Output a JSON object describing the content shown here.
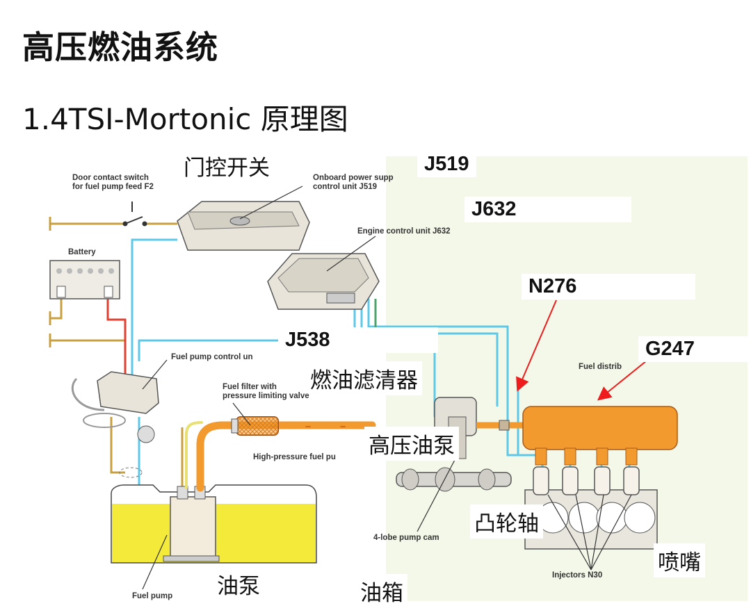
{
  "page": {
    "title": "高压燃油系统",
    "subtitle": "1.4TSI-Mortonic 原理图"
  },
  "cn_labels": {
    "door_switch": "门控开关",
    "filter": "燃油滤清器",
    "hp_pump": "高压油泵",
    "camshaft": "凸轮轴",
    "injector": "喷嘴",
    "fuel_pump": "油泵",
    "tank": "油箱"
  },
  "codes": {
    "j519": "J519",
    "j632": "J632",
    "n276": "N276",
    "j538": "J538",
    "g247": "G247"
  },
  "en_labels": {
    "door_switch_1": "Door contact switch",
    "door_switch_2": "for fuel pump feed F2",
    "onboard_1": "Onboard power supp",
    "onboard_2": "control unit J519",
    "engine_cu": "Engine control unit J632",
    "battery": "Battery",
    "fpcu": "Fuel pump control un",
    "filter_1": "Fuel filter with",
    "filter_2": "pressure limiting valve",
    "hp_pump": "High-pressure fuel pu",
    "fuel_distrib": "Fuel distrib",
    "pump_cam": "4-lobe pump cam",
    "injectors": "Injectors N30",
    "fuel_pump": "Fuel pump"
  },
  "colors": {
    "fuel_orange": "#f39a2e",
    "wire_blue": "#5ec8e8",
    "wire_tan": "#c8a040",
    "wire_red": "#e04030",
    "tank_yellow": "#f4ea3a",
    "arrow_red": "#ee1c1c",
    "bg_green_tint": "#f2f7e6"
  }
}
